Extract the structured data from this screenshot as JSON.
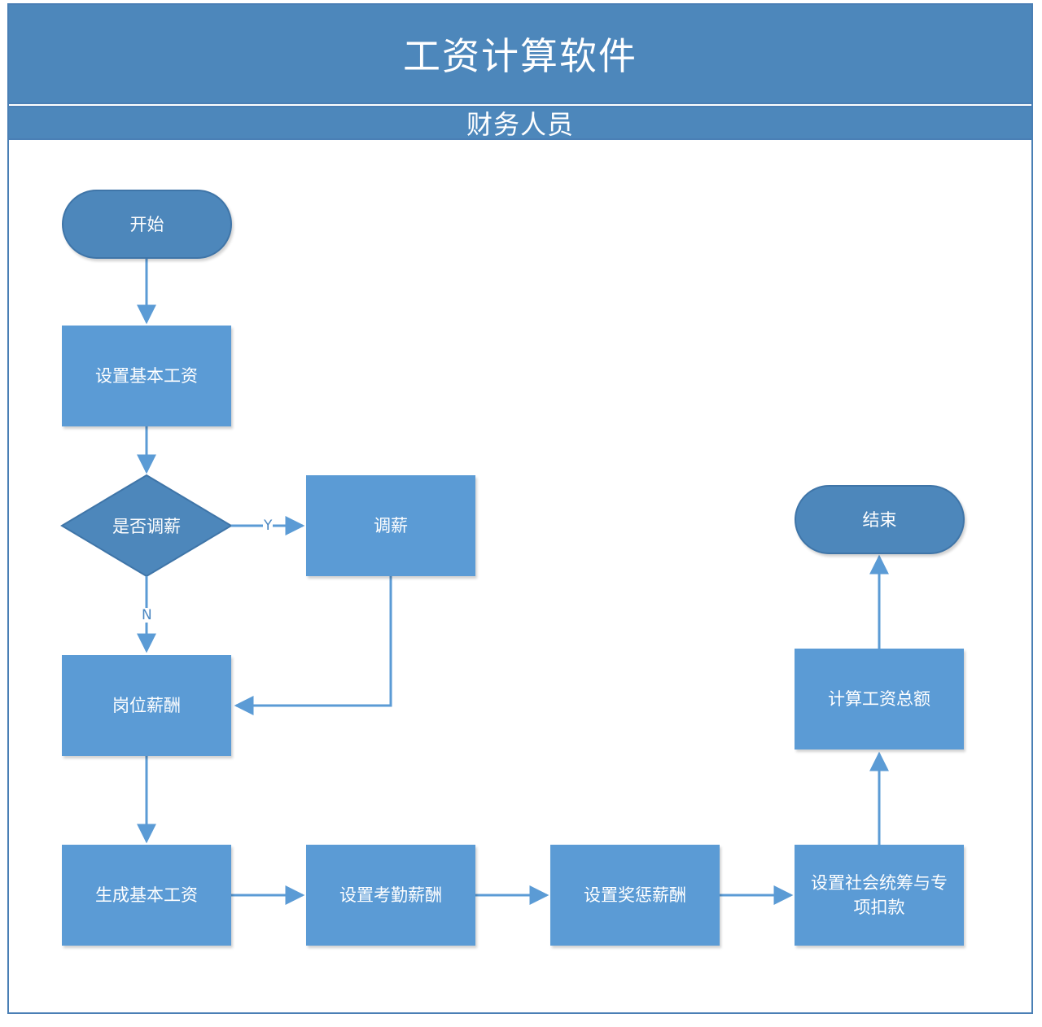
{
  "title": "工资计算软件",
  "lane": "财务人员",
  "nodes": {
    "start": "开始",
    "set_base_salary": "设置基本工资",
    "decision": "是否调薪",
    "adjust_salary": "调薪",
    "post_salary": "岗位薪酬",
    "generate_base_salary": "生成基本工资",
    "set_attendance_pay": "设置考勤薪酬",
    "set_reward_penalty_pay": "设置奖惩薪酬",
    "set_social_deductions": "设置社会统筹与专项扣款",
    "calc_total_salary": "计算工资总额",
    "end": "结束"
  },
  "edges": {
    "yes_label": "Y",
    "no_label": "N"
  },
  "colors": {
    "header": "#4d87bb",
    "process": "#5b9bd5",
    "decision": "#4d87bb",
    "connector": "#5b9bd5"
  }
}
